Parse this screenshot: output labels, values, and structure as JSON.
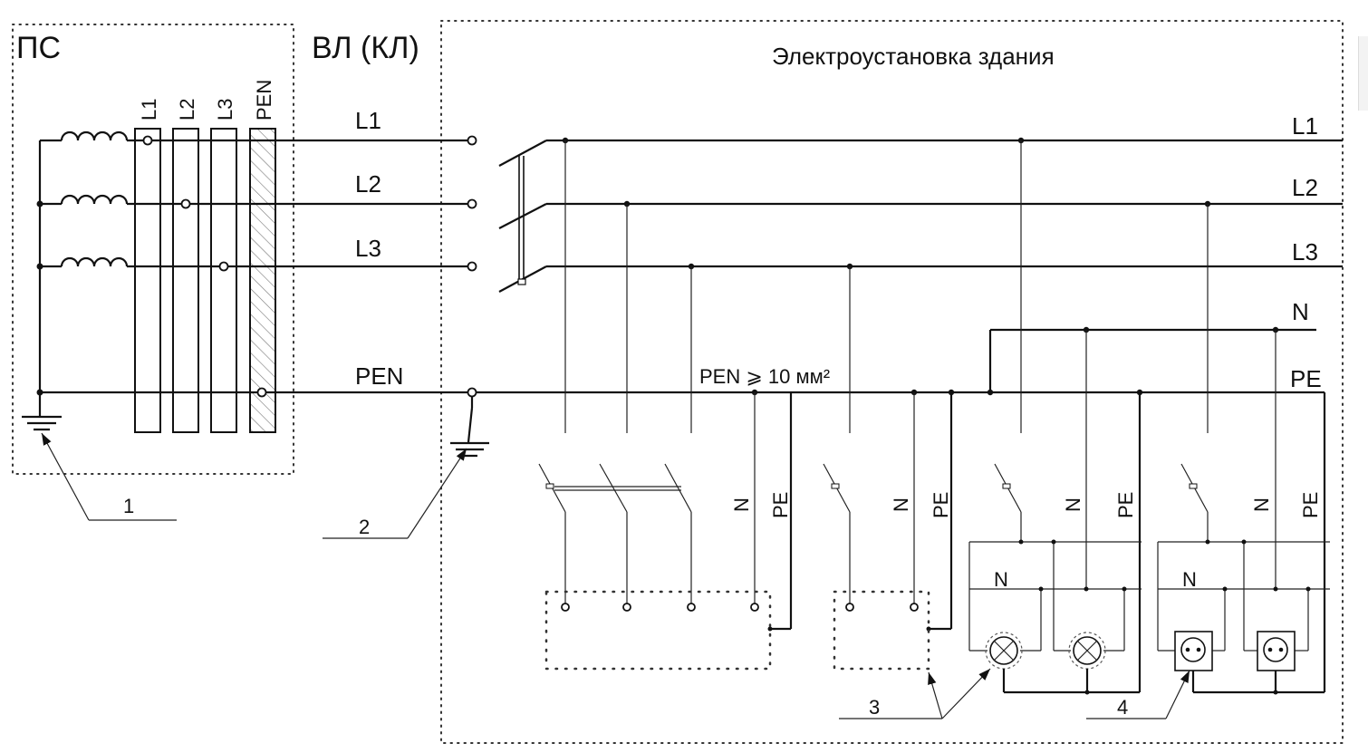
{
  "blocks": {
    "substation": "ПС",
    "line": "ВЛ (КЛ)",
    "building": "Электроустановка здания"
  },
  "substation_busbars": [
    "L1",
    "L2",
    "L3",
    "PEN"
  ],
  "source_conductors": [
    "L1",
    "L2",
    "L3",
    "PEN"
  ],
  "building_conductors": [
    "L1",
    "L2",
    "L3",
    "N",
    "PE"
  ],
  "pen_note": "PEN ⩾ 10 мм²",
  "branch_labels": {
    "n": "N",
    "pe": "PE"
  },
  "callouts": [
    "1",
    "2",
    "3",
    "4"
  ],
  "colors": {
    "line": "#111111",
    "hatch": "#777777",
    "background": "#ffffff"
  }
}
